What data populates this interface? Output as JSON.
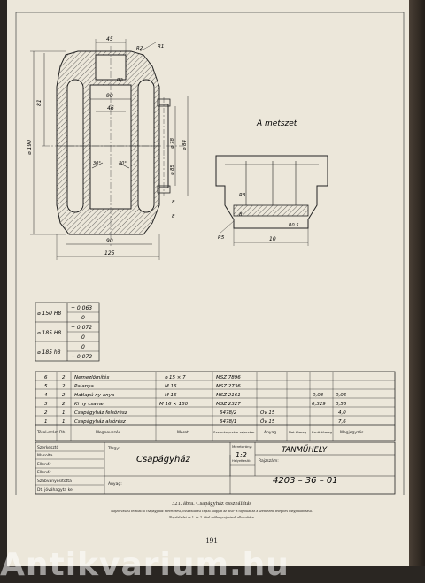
{
  "drawing": {
    "dims": {
      "top_45": "45",
      "r2": "R2",
      "r1": "R1",
      "r2_inner": "R2",
      "d90": "90",
      "d46": "46",
      "d81": "81",
      "phi190": "⌀ 190",
      "phi84": "⌀ 84",
      "phi78": "⌀ 78",
      "phi85": "⌀ 85",
      "d8a": "8",
      "d8b": "8",
      "x30a": "30°",
      "x30b": "30°",
      "bot_90": "90",
      "bot_125": "125"
    },
    "section": {
      "title": "A metszet",
      "r5": "R5",
      "r3": "R3",
      "r0_5": "R0.5",
      "d8": "8",
      "d10": "10"
    },
    "fits": [
      {
        "name": "⌀ 150 H8",
        "upper": "+ 0,063",
        "lower": "0"
      },
      {
        "name": "⌀ 185 H8",
        "upper": "+ 0,072",
        "lower": "0"
      },
      {
        "name": "⌀ 185 h8",
        "upper": "0",
        "lower": "− 0,072"
      }
    ]
  },
  "parts_list": {
    "rows": [
      {
        "no": "6",
        "qty": "2",
        "name": "Nemezlömítés",
        "size": "⌀ 15 × 7",
        "std": "MSZ 7896",
        "m1": "",
        "m2": ""
      },
      {
        "no": "5",
        "qty": "2",
        "name": "Palanya",
        "size": "M 16",
        "std": "MSZ 2736",
        "m1": "",
        "m2": ""
      },
      {
        "no": "4",
        "qty": "2",
        "name": "Hatlapú ny anya",
        "size": "M 16",
        "std": "MSZ 2161",
        "m1": "0,03",
        "m2": "0,06"
      },
      {
        "no": "3",
        "qty": "2",
        "name": "Ki ny csavar",
        "size": "M 16 × 180",
        "std": "MSZ 2327",
        "m1": "0,329",
        "m2": "0,56"
      },
      {
        "no": "2",
        "qty": "1",
        "name": "Csapágyház felsőrész",
        "size": "",
        "std": "6478/2",
        "mat": "Öv 15",
        "m1": "",
        "m2": "4,0"
      },
      {
        "no": "1",
        "qty": "1",
        "name": "Csapágyház alsórész",
        "size": "",
        "std": "6478/1",
        "mat": "Öv 15",
        "m1": "",
        "m2": "7,6"
      }
    ],
    "headers": {
      "no": "Tétel-szám",
      "qty": "Db",
      "name": "Megnevezés",
      "size": "Méret",
      "std": "Szabványszám rajzszám",
      "mat": "Anyag",
      "net": "Net tömeg",
      "gross": "Brutt tömeg",
      "note": "Megjegyzés"
    }
  },
  "title_block": {
    "left_labels": [
      "Szerkesztő",
      "Másolta",
      "Ellenőr",
      "Ellenőr",
      "Szabványosította",
      "Dt. jóváhagyta ke"
    ],
    "targy_label": "Tárgy:",
    "part_name": "Csapágyház",
    "meretarany_label": "Méretarány:",
    "scale": "1:2",
    "helyettesito_label": "Helyettesíti:",
    "rajzszam_label": "Rajzszám:",
    "anyag_label": "Anyag:",
    "company": "TANMŰHELY",
    "drawing_no": "4203 – 36 – 01"
  },
  "caption": {
    "line1": "321. ábra. Csapágyház összeállítás",
    "line2": "Rajzolvasási feladat: a csapágyház méretezési, összeállítási rajzai alapján az alsó- a rajzokat az a szerkezeti felépítés meghatározása.",
    "line3": "Rajzfeladat az 1. és 2. tétel műhelyrajzainak elkészítése"
  },
  "page_number": "191",
  "watermark": "Antikvarium.hu"
}
